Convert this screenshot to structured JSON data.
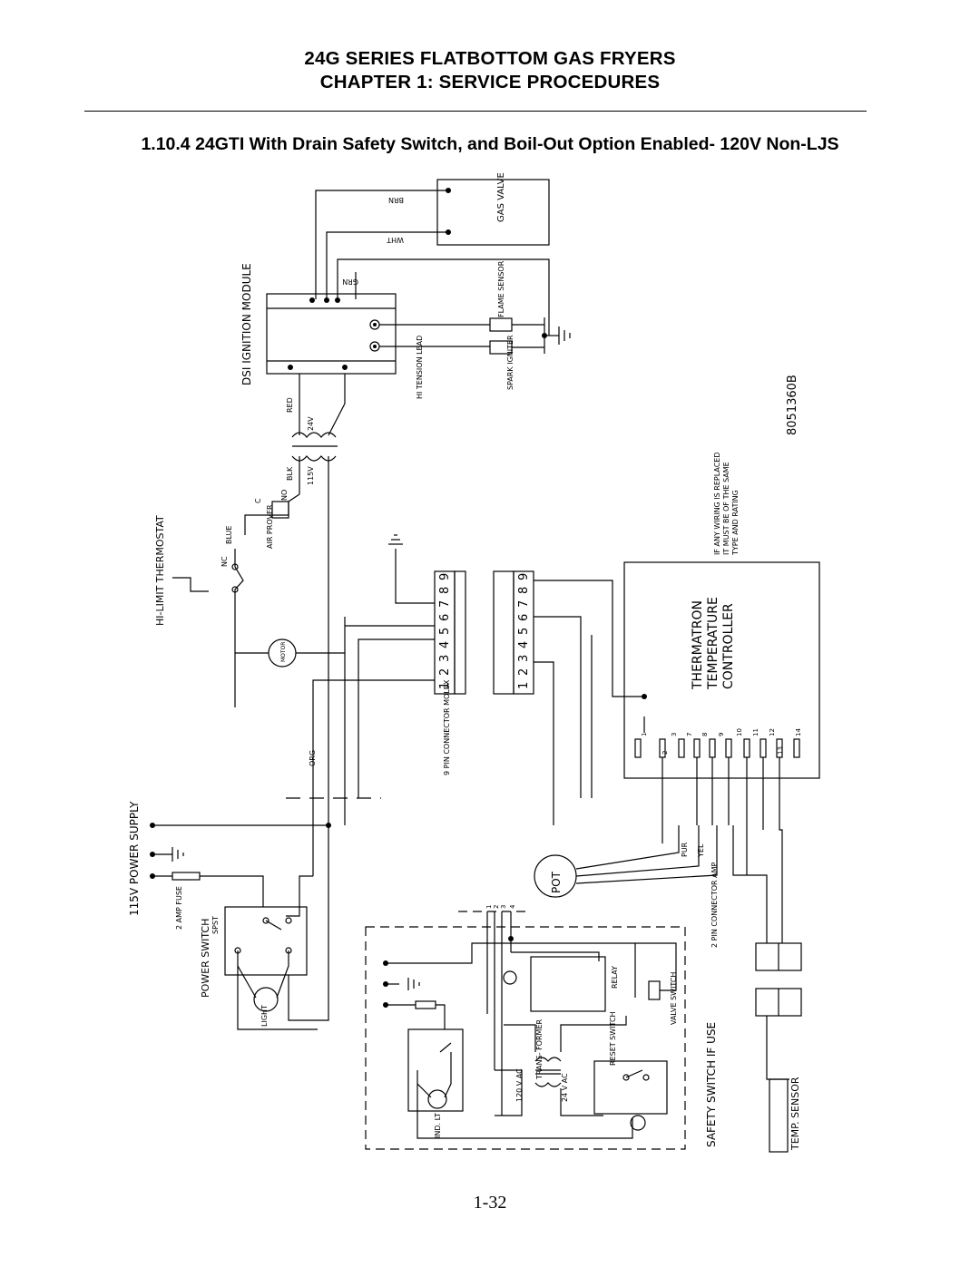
{
  "header": {
    "line1": "24G SERIES FLATBOTTOM GAS FRYERS",
    "line2": "CHAPTER 1:  SERVICE PROCEDURES"
  },
  "section_title": "1.10.4 24GTI With Drain Safety Switch, and Boil-Out Option Enabled- 120V Non-LJS",
  "page_number": "1-32",
  "diagram": {
    "drawing_number": "8051360B",
    "dsi_module": "DSI IGNITION MODULE",
    "gas_valve": "GAS VALVE",
    "flame_sensor": "FLAME SENSOR",
    "spark_igniter": "SPARK IGNITER",
    "hi_tension": "HI TENSION LEAD",
    "hi_limit": "HI-LIMIT THERMOSTAT",
    "air_prover": "AIR PROVER",
    "motor": "MOTOR",
    "power_supply": "115V POWER SUPPLY",
    "fuse": "2 AMP FUSE",
    "power_switch": "POWER SWITCH",
    "spst": "SPST",
    "light": "LIGHT",
    "molex": "9 PIN CONNECTOR MOLEX",
    "pot": "POT",
    "thermatron": "THERMATRON",
    "temperature": "TEMPERATURE",
    "controller": "CONTROLLER",
    "wiring_note_1": "IF ANY WIRING IS REPLACED",
    "wiring_note_2": "IT MUST BE OF THE SAME",
    "wiring_note_3": "TYPE AND RATING",
    "safety_switch": "SAFETY SWITCH IF USE",
    "two_pin": "2 PIN CONNECTOR AMP",
    "temp_sensor": "TEMP. SENSOR",
    "relay": "RELAY",
    "valve_switch": "VALVE SWITCH",
    "reset_switch": "RESET SWITCH",
    "transformer": "TRANS- FORMER",
    "ind_lt": "IND. LT",
    "v24": "24V",
    "v115": "115V",
    "v120ac": "120 V AC",
    "v24ac": "24 V AC",
    "wires": {
      "brn": "BRN",
      "wht": "WHT",
      "red": "RED",
      "blk": "BLK",
      "grn": "GRN",
      "org": "ORG",
      "blue": "BLUE",
      "pur": "PUR",
      "yel": "YEL"
    },
    "terminals": {
      "c": "C",
      "no": "NO",
      "nc": "NC"
    },
    "connector_digits": [
      "1",
      "2",
      "3",
      "4",
      "5",
      "6",
      "7",
      "8",
      "9"
    ],
    "controller_pins": [
      "1",
      "2",
      "3",
      "7",
      "8",
      "9",
      "10",
      "11",
      "12",
      "13",
      "14"
    ],
    "supply_pins": [
      "1",
      "2",
      "3",
      "4"
    ]
  }
}
